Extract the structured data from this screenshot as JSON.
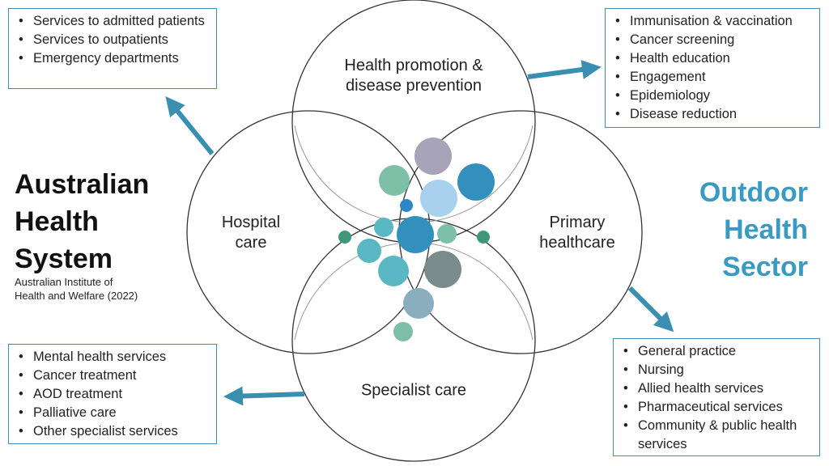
{
  "left_title": {
    "lines": [
      "Australian",
      "Health",
      "System"
    ],
    "source": [
      "Australian Institute of",
      "Health and Welfare (2022)"
    ]
  },
  "right_title": {
    "lines": [
      "Outdoor",
      "Health",
      "Sector"
    ],
    "color": "#3b9ac2"
  },
  "circles": {
    "top": [
      "Health promotion &",
      "disease prevention"
    ],
    "left": [
      "Hospital",
      "care"
    ],
    "right": [
      "Primary",
      "healthcare"
    ],
    "bottom": [
      "Specialist care"
    ]
  },
  "boxes": {
    "hospital": [
      "Services to admitted patients",
      "Services to outpatients",
      "Emergency departments"
    ],
    "promotion": [
      "Immunisation & vaccination",
      "Cancer screening",
      "Health education",
      "Engagement",
      "Epidemiology",
      "Disease reduction"
    ],
    "specialist": [
      "Mental health services",
      "Cancer treatment",
      "AOD treatment",
      "Palliative care",
      "Other specialist services"
    ],
    "primary": [
      "General practice",
      "Nursing",
      "Allied health services",
      "Pharmaceutical services",
      "Community & public health services"
    ]
  },
  "colors": {
    "arrow": "#3a8fb0",
    "box_border": "#3a8fb0",
    "bubble_teal_green": "#7dbfa7",
    "bubble_lavender": "#a7a3b8",
    "bubble_blue": "#3390bd",
    "bubble_light_blue": "#a8d1ee",
    "bubble_cyan": "#5ab7c4",
    "bubble_slate": "#7a8b8b",
    "bubble_grey_blue": "#8aaebe",
    "bubble_green": "#3d9878"
  }
}
